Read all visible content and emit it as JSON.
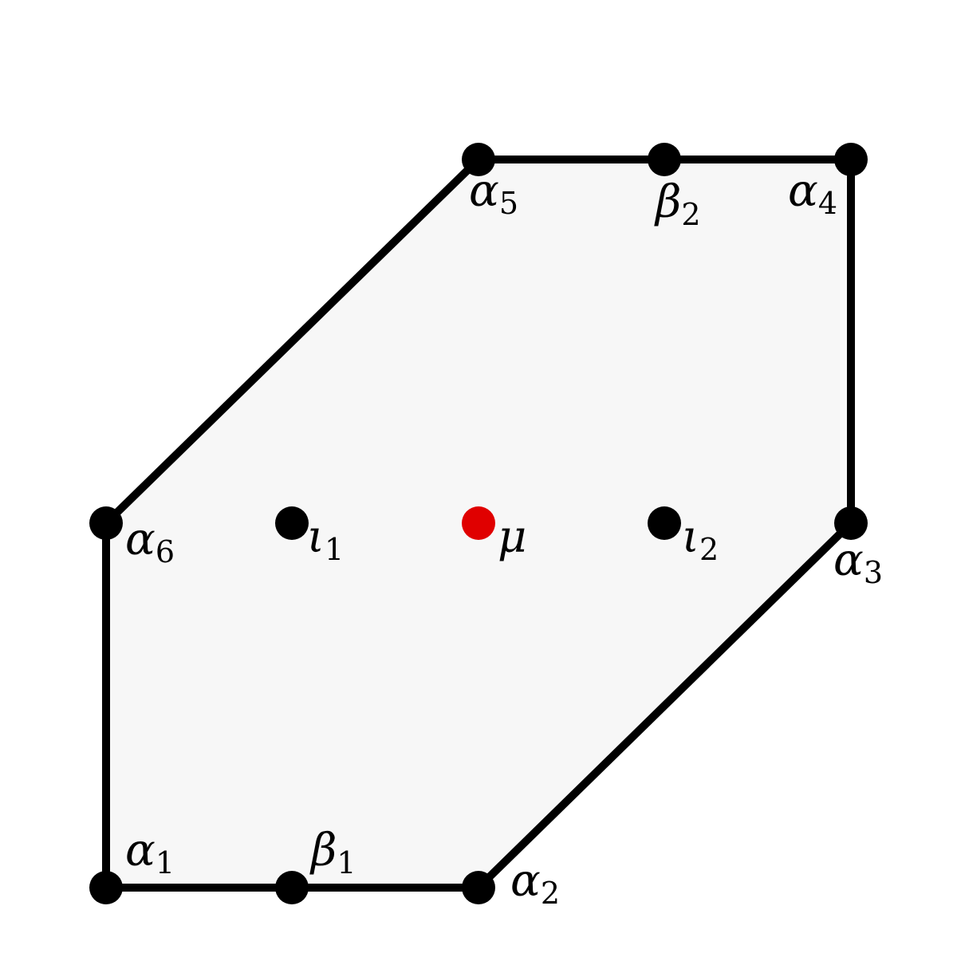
{
  "colors": {
    "fill": "#f7f7f7",
    "stroke": "#000000",
    "point": "#000000",
    "highlight": "#e00000"
  },
  "polygon": {
    "vertices": [
      "alpha1",
      "beta1",
      "alpha2",
      "alpha3",
      "alpha4",
      "beta2",
      "alpha5",
      "alpha6"
    ]
  },
  "points": {
    "alpha1": {
      "symbol": "α",
      "sub": "1"
    },
    "beta1": {
      "symbol": "β",
      "sub": "1"
    },
    "alpha2": {
      "symbol": "α",
      "sub": "2"
    },
    "alpha3": {
      "symbol": "α",
      "sub": "3"
    },
    "alpha4": {
      "symbol": "α",
      "sub": "4"
    },
    "beta2": {
      "symbol": "β",
      "sub": "2"
    },
    "alpha5": {
      "symbol": "α",
      "sub": "5"
    },
    "alpha6": {
      "symbol": "α",
      "sub": "6"
    },
    "iota1": {
      "symbol": "ι",
      "sub": "1"
    },
    "mu": {
      "symbol": "μ",
      "sub": ""
    },
    "iota2": {
      "symbol": "ι",
      "sub": "2"
    }
  }
}
